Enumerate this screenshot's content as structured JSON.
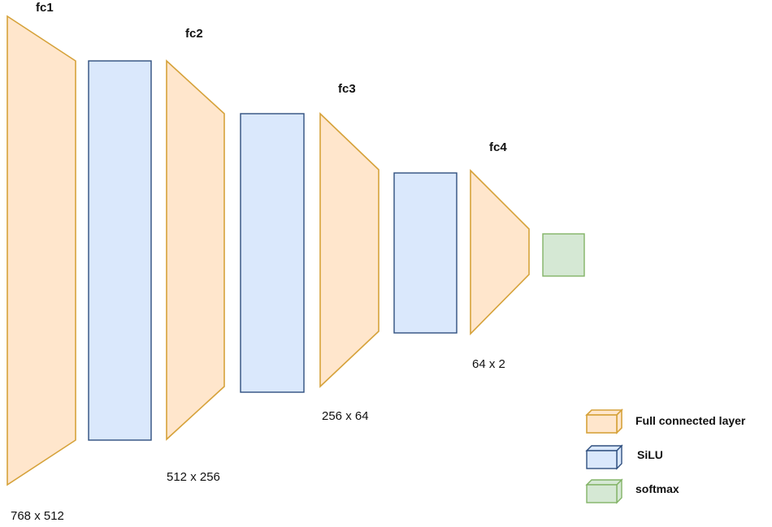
{
  "layers": [
    {
      "name": "fc1",
      "dims": "768 x 512"
    },
    {
      "name": "fc2",
      "dims": "512 x 256"
    },
    {
      "name": "fc3",
      "dims": "256 x 64"
    },
    {
      "name": "fc4",
      "dims": "64 x 2"
    }
  ],
  "legend": {
    "fc_label": "Full connected layer",
    "silu_label": "SiLU",
    "softmax_label": "softmax"
  },
  "colors": {
    "fc_fill": "#ffe6cc",
    "fc_stroke": "#d6a23a",
    "silu_fill": "#dae8fc",
    "silu_stroke": "#2f4f7f",
    "softmax_fill": "#d5e8d4",
    "softmax_stroke": "#82b366"
  }
}
